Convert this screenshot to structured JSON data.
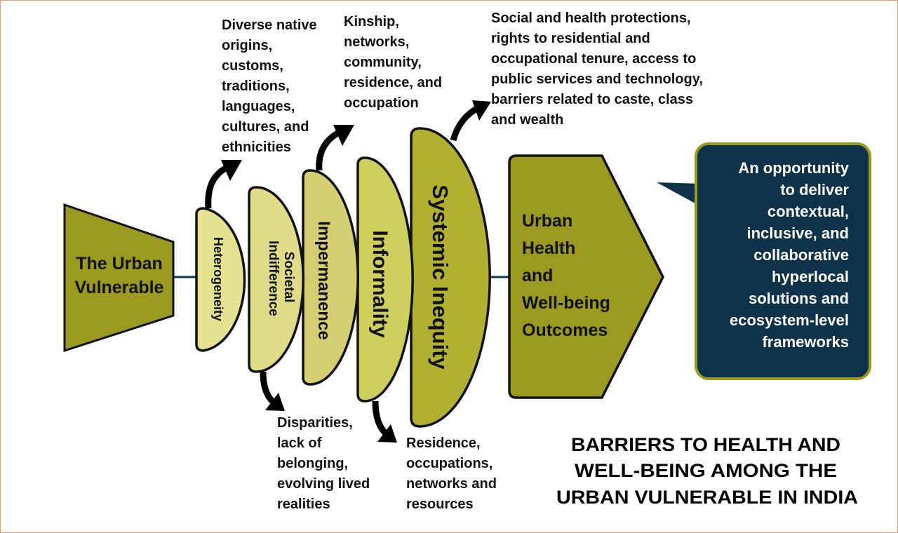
{
  "colors": {
    "trapezoid": "#9a9a20",
    "heterogeneity": "#e4e391",
    "societal": "#dedc88",
    "impermanence": "#d3cf72",
    "informality": "#cdce5c",
    "systemic": "#b1b031",
    "outcomes": "#9a9a20",
    "callout": "#0d3249",
    "connector": "#0d3b4f",
    "border": "#f0a060"
  },
  "source": {
    "lines": [
      "The Urban",
      "Vulnerable"
    ]
  },
  "barriers": {
    "heterogeneity": "Heterogeneity",
    "societal": [
      "Societal",
      "Indifference"
    ],
    "impermanence": "Impermanence",
    "informality": "Informality",
    "systemic": "Systemic Inequity"
  },
  "outcomes": {
    "lines": [
      "Urban",
      "Health",
      "and",
      "Well-being",
      "Outcomes"
    ]
  },
  "notes": {
    "heterogeneity": [
      "Diverse native",
      "origins,",
      "customs,",
      "traditions,",
      "languages,",
      "cultures, and",
      "ethnicities"
    ],
    "impermanence": [
      "Kinship,",
      "networks,",
      "community,",
      "residence, and",
      "occupation"
    ],
    "systemic": [
      "Social and health protections,",
      "rights to residential and",
      "occupational tenure, access to",
      "public services and technology,",
      "barriers related to caste, class",
      "and wealth"
    ],
    "societal": [
      "Disparities,",
      "lack of",
      "belonging,",
      "evolving lived",
      "realities"
    ],
    "informality": [
      "Residence,",
      "occupations,",
      "networks and",
      "resources"
    ]
  },
  "callout": {
    "lines": [
      "An opportunity",
      "to deliver",
      "contextual,",
      "inclusive, and",
      "collaborative",
      "hyperlocal",
      "solutions and",
      "ecosystem-level",
      "frameworks"
    ]
  },
  "title": {
    "lines": [
      "BARRIERS TO HEALTH AND",
      "WELL-BEING AMONG THE",
      "URBAN VULNERABLE IN INDIA"
    ]
  }
}
